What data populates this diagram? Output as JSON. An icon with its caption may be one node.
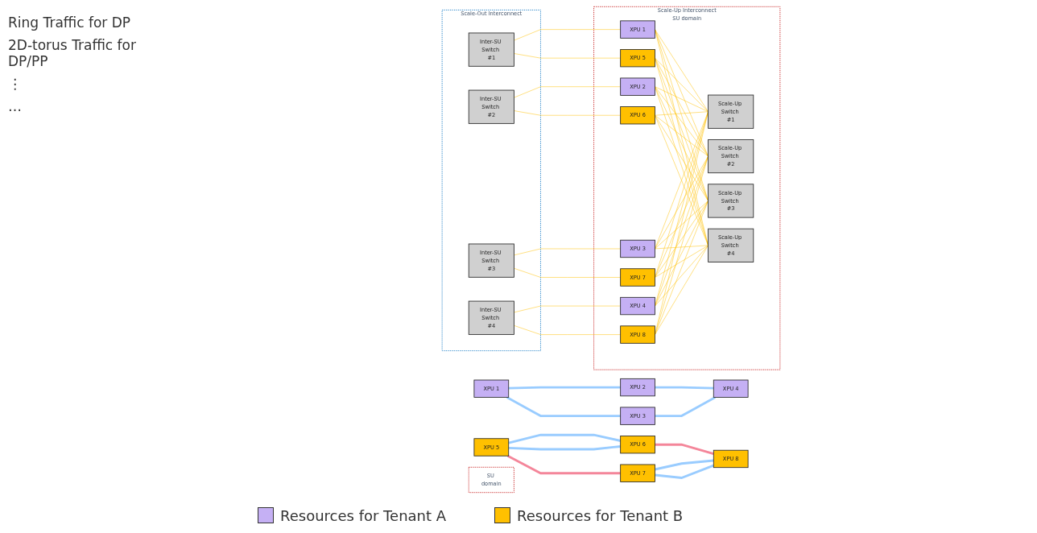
{
  "diagram": {
    "nodes": [
      {
        "text": [
          "XPU 1"
        ]
      },
      {
        "text": [
          "XPU 2"
        ]
      },
      {
        "text": [
          "XPU 3"
        ]
      },
      {
        "text": [
          "XPU 4"
        ]
      },
      {
        "text": [
          "XPU 5"
        ]
      },
      {
        "text": [
          "XPU 6"
        ]
      },
      {
        "text": [
          "XPU 7"
        ]
      },
      {
        "text": [
          "XPU 8"
        ]
      },
      {
        "text": [
          "Scale-Out Interconnect"
        ]
      },
      {
        "text": [
          "Inter-SU Switch #1"
        ],
        "in": 8
      },
      {
        "text": [
          "Inter-SU Switch #2"
        ],
        "in": 8
      },
      {
        "text": [
          "Inter-SU Switch #3"
        ],
        "in": 8
      },
      {
        "text": [
          "Inter-SU Switch #4"
        ],
        "in": 8
      },
      {
        "text": [
          "Scale-Up Interconnect",
          "SU domain"
        ]
      },
      {
        "text": [
          "XPU 1"
        ],
        "in": 13
      },
      {
        "text": [
          "XPU 2"
        ],
        "in": 13
      },
      {
        "text": [
          "XPU 3"
        ],
        "in": 13
      },
      {
        "text": [
          "XPU 4"
        ],
        "in": 13
      },
      {
        "text": [
          "XPU 5"
        ],
        "in": 13
      },
      {
        "text": [
          "XPU 6"
        ],
        "in": 13
      },
      {
        "text": [
          "XPU 7"
        ],
        "in": 13
      },
      {
        "text": [
          "XPU 8"
        ],
        "in": 13
      },
      {
        "text": [
          "Scale-Up Switch #1"
        ],
        "in": 13
      },
      {
        "text": [
          "Scale-Up Switch #2"
        ],
        "in": 13
      },
      {
        "text": [
          "Scale-Up Switch #3"
        ],
        "in": 13
      },
      {
        "text": [
          "Scale-Up Switch #4"
        ],
        "in": 13
      },
      {
        "text": [
          "SU domain"
        ]
      }
    ],
    "edges": [
      {
        "from": 0,
        "to": 1,
        "arrow": "none",
        "color": "#99ccff",
        "style": "thick"
      },
      {
        "from": 0,
        "to": 2,
        "arrow": "none",
        "color": "#99ccff",
        "style": "thick"
      },
      {
        "from": 1,
        "to": 3,
        "arrow": "none",
        "color": "#99ccff",
        "style": "thick"
      },
      {
        "from": 2,
        "to": 3,
        "arrow": "none",
        "color": "#99ccff",
        "style": "thick"
      },
      {
        "from": 4,
        "to": 5,
        "arrow": "none",
        "color": "#99ccff",
        "style": "thick"
      },
      {
        "from": 4,
        "to": 5,
        "arrow": "none",
        "color": "#99ccff",
        "style": "thick"
      },
      {
        "from": 6,
        "to": 7,
        "arrow": "none",
        "color": "#99ccff",
        "style": "thick"
      },
      {
        "from": 6,
        "to": 7,
        "arrow": "none",
        "color": "#99ccff",
        "style": "thick"
      },
      {
        "from": 4,
        "to": 6,
        "arrow": "none",
        "color": "#f4869a",
        "style": "thick"
      },
      {
        "from": 5,
        "to": 7,
        "arrow": "none",
        "color": "#f4869a",
        "style": "thick"
      },
      {
        "from": 9,
        "to": 14,
        "arrow": "none"
      },
      {
        "from": 9,
        "to": 18,
        "arrow": "none"
      },
      {
        "from": 10,
        "to": 15,
        "arrow": "none"
      },
      {
        "from": 10,
        "to": 19,
        "arrow": "none"
      },
      {
        "from": 11,
        "to": 16,
        "arrow": "none"
      },
      {
        "from": 11,
        "to": 20,
        "arrow": "none"
      },
      {
        "from": 12,
        "to": 17,
        "arrow": "none"
      },
      {
        "from": 12,
        "to": 21,
        "arrow": "none"
      },
      {
        "from": 14,
        "to": 22,
        "arrow": "none"
      },
      {
        "from": 14,
        "to": 23,
        "arrow": "none"
      },
      {
        "from": 14,
        "to": 24,
        "arrow": "none"
      },
      {
        "from": 14,
        "to": 25,
        "arrow": "none"
      },
      {
        "from": 15,
        "to": 22,
        "arrow": "none"
      },
      {
        "from": 15,
        "to": 23,
        "arrow": "none"
      },
      {
        "from": 15,
        "to": 24,
        "arrow": "none"
      },
      {
        "from": 15,
        "to": 25,
        "arrow": "none"
      },
      {
        "from": 16,
        "to": 22,
        "arrow": "none"
      },
      {
        "from": 16,
        "to": 23,
        "arrow": "none"
      },
      {
        "from": 16,
        "to": 24,
        "arrow": "none"
      },
      {
        "from": 16,
        "to": 25,
        "arrow": "none"
      },
      {
        "from": 17,
        "to": 22,
        "arrow": "none"
      },
      {
        "from": 17,
        "to": 23,
        "arrow": "none"
      },
      {
        "from": 17,
        "to": 24,
        "arrow": "none"
      },
      {
        "from": 17,
        "to": 25,
        "arrow": "none"
      },
      {
        "from": 18,
        "to": 22,
        "arrow": "none"
      },
      {
        "from": 18,
        "to": 23,
        "arrow": "none"
      },
      {
        "from": 18,
        "to": 24,
        "arrow": "none"
      },
      {
        "from": 18,
        "to": 25,
        "arrow": "none"
      },
      {
        "from": 19,
        "to": 22,
        "arrow": "none"
      },
      {
        "from": 19,
        "to": 23,
        "arrow": "none"
      },
      {
        "from": 19,
        "to": 24,
        "arrow": "none"
      },
      {
        "from": 19,
        "to": 25,
        "arrow": "none"
      },
      {
        "from": 20,
        "to": 22,
        "arrow": "none"
      },
      {
        "from": 20,
        "to": 23,
        "arrow": "none"
      },
      {
        "from": 20,
        "to": 24,
        "arrow": "none"
      },
      {
        "from": 20,
        "to": 25,
        "arrow": "none"
      },
      {
        "from": 21,
        "to": 22,
        "arrow": "none"
      },
      {
        "from": 21,
        "to": 23,
        "arrow": "none"
      },
      {
        "from": 21,
        "to": 24,
        "arrow": "none"
      },
      {
        "from": 21,
        "to": 25,
        "arrow": "none"
      }
    ],
    "labels": [
      "Ring Traffic for DP",
      "2D-torus Traffic for DP/PP",
      "⋮",
      "…"
    ],
    "legend": [
      {
        "text": "Resources for Tenant A",
        "color": "#c5b0f4"
      },
      {
        "text": "Resources for Tenant B",
        "color": "#ffc000"
      }
    ]
  }
}
